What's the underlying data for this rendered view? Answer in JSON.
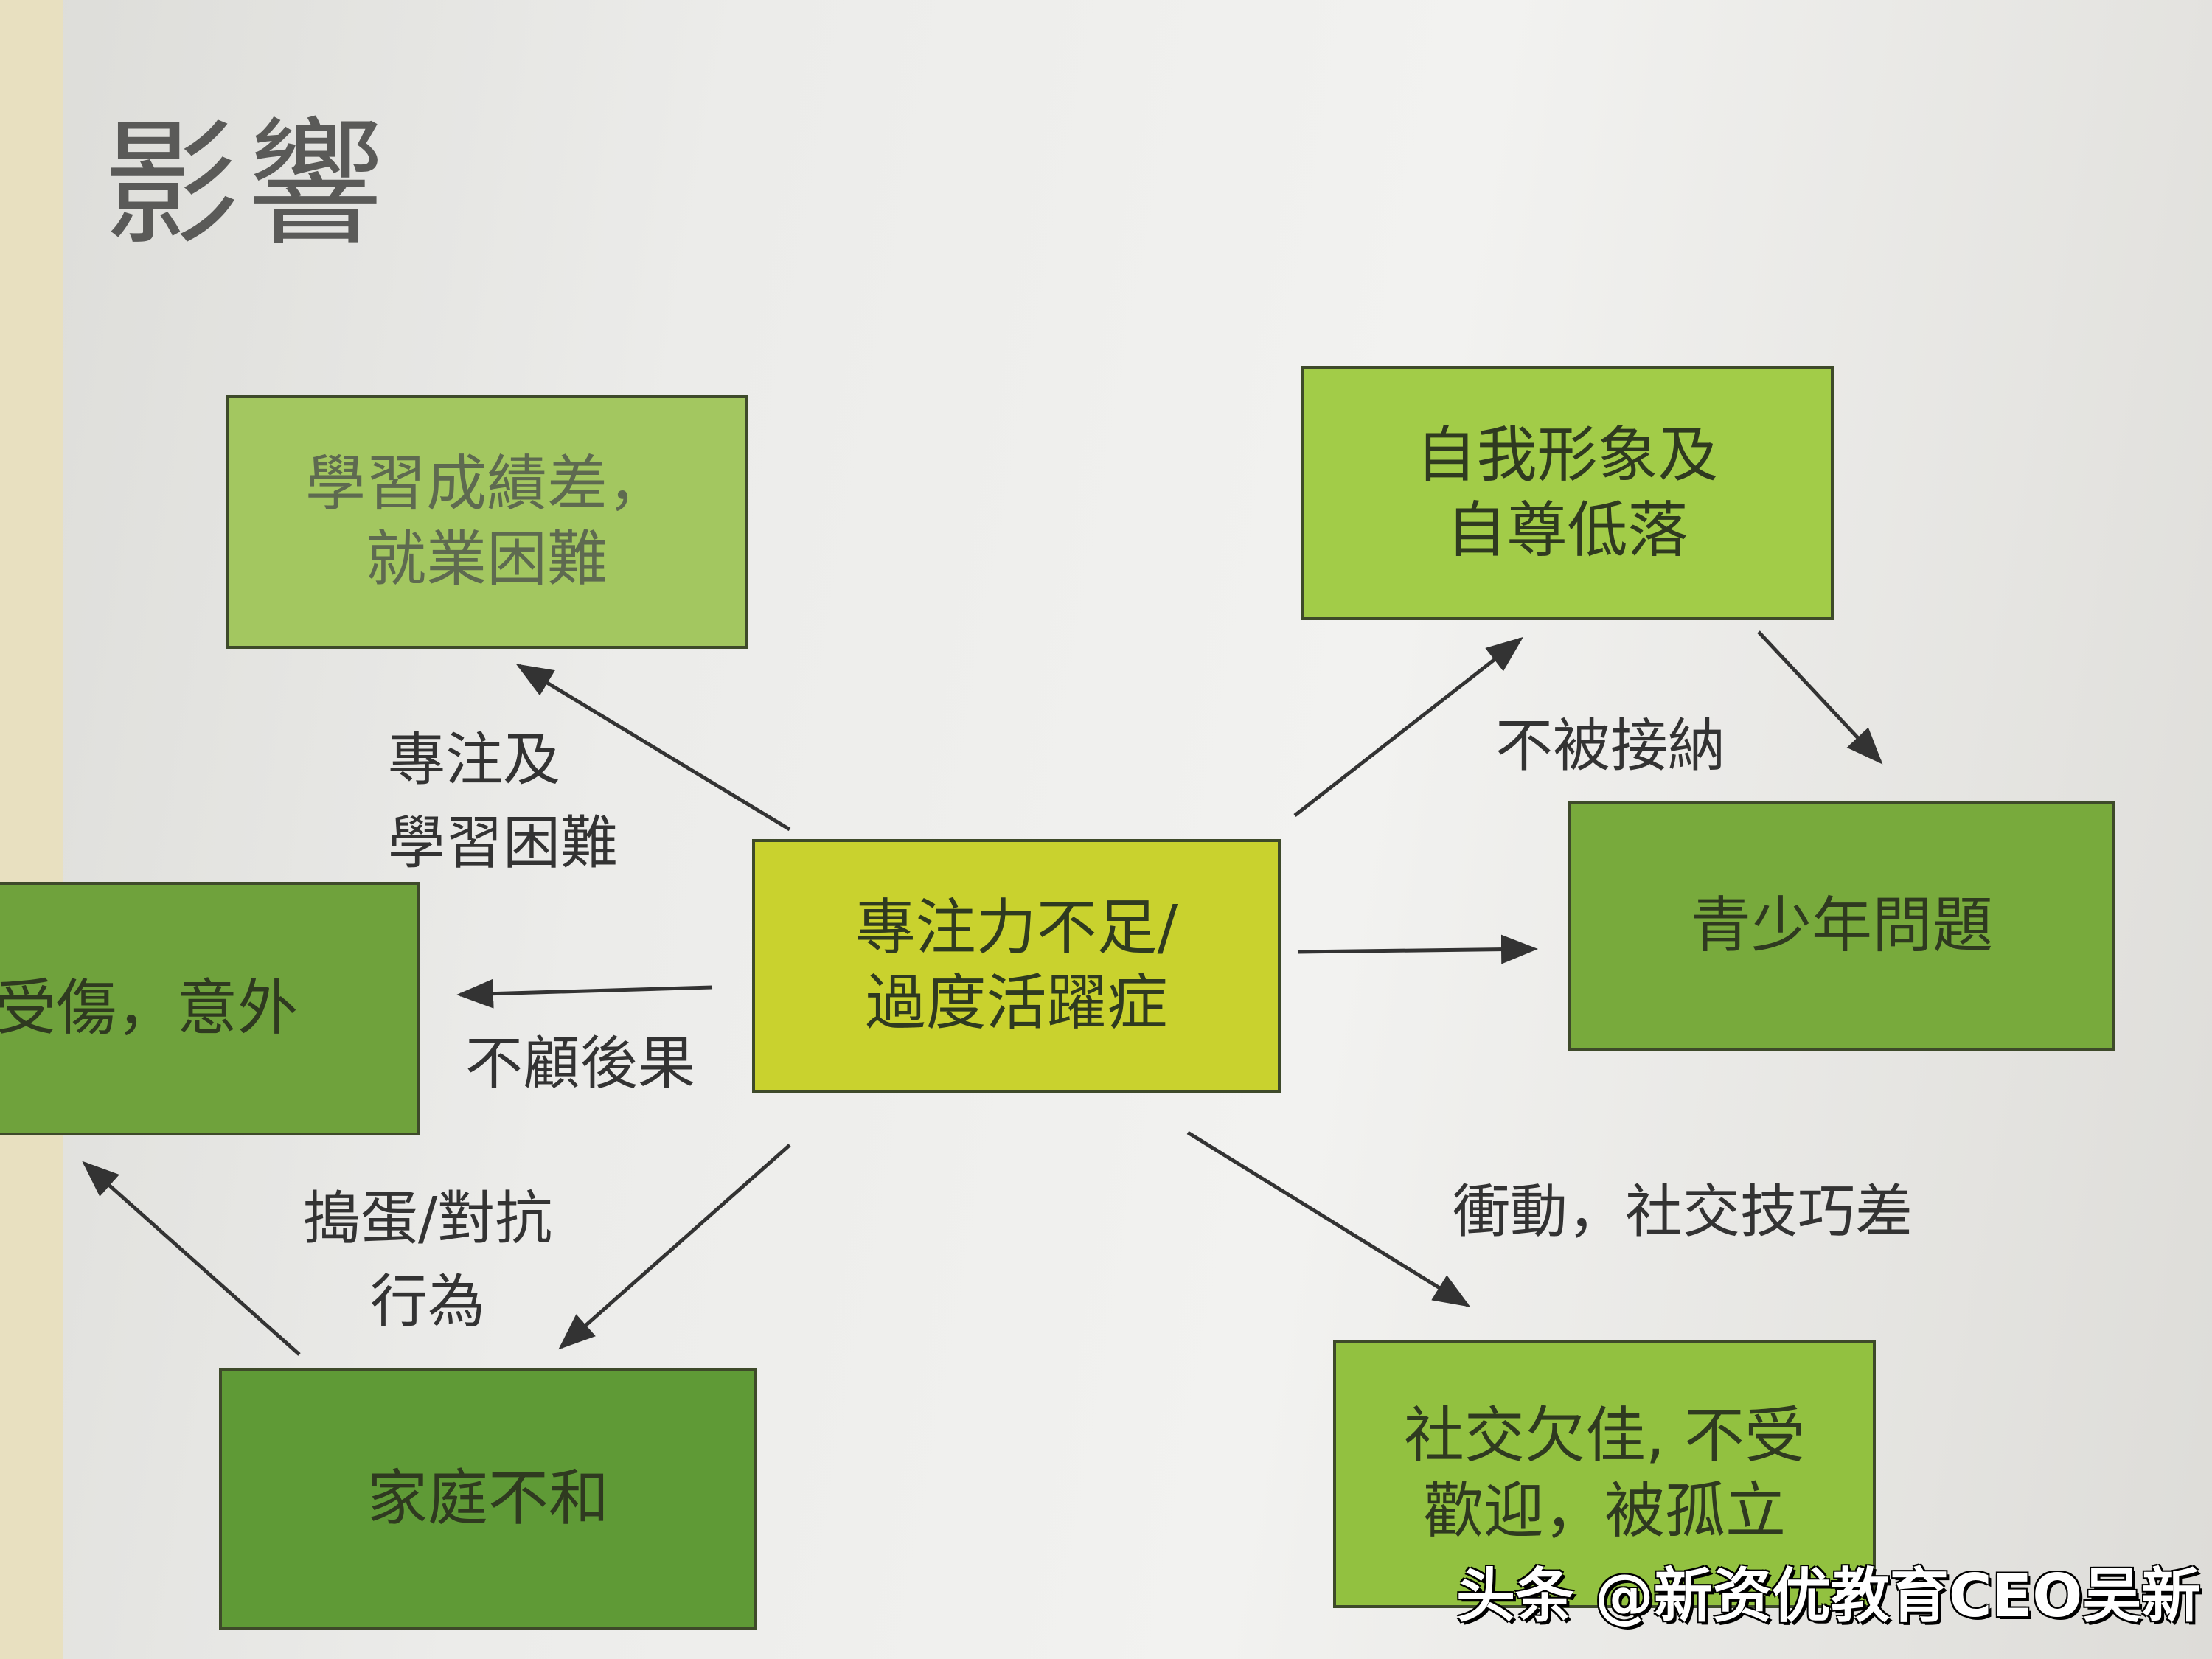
{
  "title": "影響",
  "nodes": {
    "center": "專注力不足/\n過度活躍症",
    "learning": "學習成績差，\n就業困難",
    "self_image": "自我形象及\n自尊低落",
    "teen": "青少年問題",
    "injury": "受傷，意外",
    "family": "家庭不和",
    "social": "社交欠佳, 不受\n歡迎，被孤立"
  },
  "edge_labels": {
    "learning": "專注及\n學習困難",
    "rejected": "不被接納",
    "consequences": "不顧後果",
    "defiance": "搗蛋/對抗\n行為",
    "impulsive": "衝動，社交技巧差"
  },
  "colors": {
    "center": "#c9d22e",
    "learning": "#a3c760",
    "self_image": "#a2cc48",
    "teen": "#78aa3c",
    "injury": "#6fa23c",
    "family": "#5f9a36",
    "social": "#92c140"
  },
  "watermark": "头条 @新资优教育CEO吴新"
}
